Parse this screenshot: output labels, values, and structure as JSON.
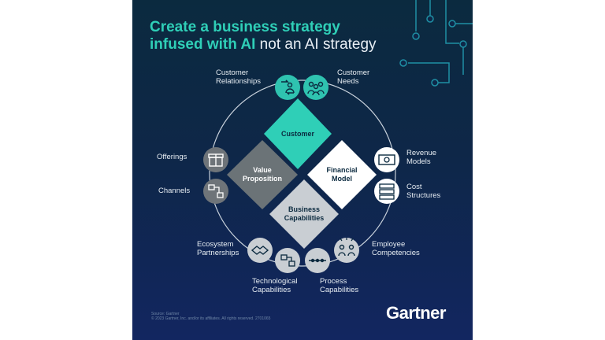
{
  "title": {
    "line1": "Create a business strategy",
    "line2_bold": "infused with AI",
    "line2_rest": " not an AI strategy"
  },
  "diamonds": {
    "customer": "Customer",
    "value_proposition": "Value\nProposition",
    "financial_model": "Financial\nModel",
    "business_capabilities": "Business\nCapabilities"
  },
  "nodes": {
    "customer_relationships": "Customer\nRelationships",
    "customer_needs": "Customer\nNeeds",
    "offerings": "Offerings",
    "channels": "Channels",
    "revenue_models": "Revenue\nModels",
    "cost_structures": "Cost\nStructures",
    "ecosystem_partnerships": "Ecosystem\nPartnerships",
    "employee_competencies": "Employee\nCompetencies",
    "technological_capabilities": "Technological\nCapabilities",
    "process_capabilities": "Process\nCapabilities"
  },
  "source": "Source: Gartner\n© 2023 Gartner, Inc. and/or its affiliates. All rights reserved. 2701065",
  "brand": "Gartner",
  "colors": {
    "teal": "#2fcfb7",
    "navy_top": "#0b2a3f",
    "navy_bottom": "#122660",
    "diamond_value": "#6b7377",
    "diamond_financial": "#ffffff",
    "diamond_capabilities": "#c9ced3",
    "icon_teal": "#2fc3b0",
    "icon_gray": "#6e7479",
    "icon_white": "#ffffff"
  }
}
